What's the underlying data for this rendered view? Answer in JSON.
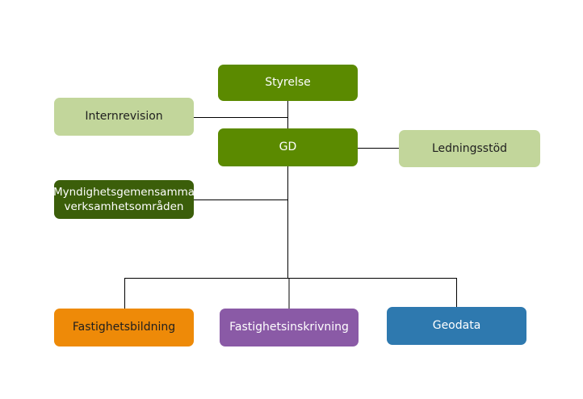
{
  "org_chart": {
    "nodes": {
      "styrelse": "Styrelse",
      "internrevision": "Internrevision",
      "gd": "GD",
      "ledningsstod": "Ledningsstöd",
      "myndighetsgemensamma_line1": "Myndighetsgemensamma",
      "myndighetsgemensamma_line2": "verksamhetsområden",
      "fastighetsbildning": "Fastighetsbildning",
      "fastighetsinskrivning": "Fastighetsinskrivning",
      "geodata": "Geodata"
    },
    "colors": {
      "dark_green": "#5b8a00",
      "light_green": "#c2d69b",
      "deep_green": "#3b5e0a",
      "orange": "#ee8a08",
      "purple": "#8a5aa6",
      "blue": "#2e79af",
      "connector": "#000000"
    }
  }
}
